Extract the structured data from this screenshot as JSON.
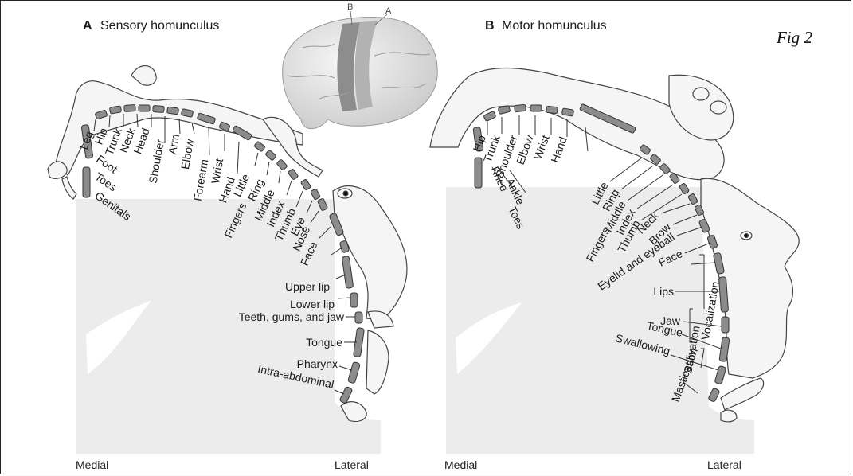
{
  "figure_label": "Fig 2",
  "brain_inset": {
    "label_b": "B",
    "label_a": "A"
  },
  "panel_a": {
    "letter": "A",
    "title": "Sensory homunculus",
    "medial": "Medial",
    "lateral": "Lateral",
    "labels": [
      "Leg",
      "Hip",
      "Trunk",
      "Neck",
      "Head",
      "Shoulder",
      "Arm",
      "Elbow",
      "Forearm",
      "Wrist",
      "Hand",
      "Little",
      "Ring",
      "Middle",
      "Index",
      "Thumb",
      "Eye",
      "Nose",
      "Face",
      "Upper lip",
      "Lower lip",
      "Teeth, gums, and jaw",
      "Tongue",
      "Pharynx",
      "Intra-abdominal",
      "Foot",
      "Toes",
      "Genitals",
      "Fingers"
    ]
  },
  "panel_b": {
    "letter": "B",
    "title": "Motor homunculus",
    "medial": "Medial",
    "lateral": "Lateral",
    "labels": [
      "Hip",
      "Trunk",
      "Shoulder",
      "Elbow",
      "Wrist",
      "Hand",
      "Little",
      "Ring",
      "Middle",
      "Index",
      "Thumb",
      "Neck",
      "Brow",
      "Eyelid and eyeball",
      "Face",
      "Lips",
      "Jaw",
      "Tongue",
      "Swallowing",
      "Knee",
      "Ankle",
      "Toes",
      "Fingers",
      "Vocalization",
      "Salivation",
      "Mastication"
    ]
  },
  "colors": {
    "segment": "#8c8c8c",
    "segment_stroke": "#333333",
    "cortex": "#e9e9e9",
    "body": "#f4f4f4",
    "ink": "#1a1a1a"
  }
}
